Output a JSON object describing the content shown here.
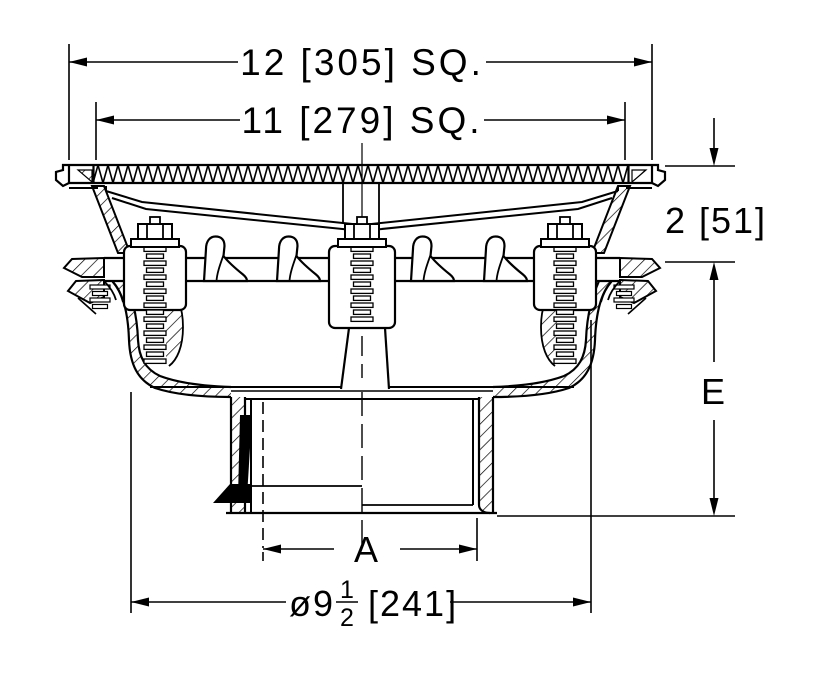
{
  "drawing": {
    "kind": "floor-drain-cross-section"
  },
  "dimensions": {
    "top_square": "12 [305] SQ.",
    "grate_square": "11 [279] SQ.",
    "collar_height": "2 [51]",
    "depth": "E",
    "outlet": "A",
    "flange_diameter": {
      "prefix": "ø9",
      "numerator": "1",
      "denominator": "2",
      "metric": "[241]"
    }
  },
  "colors": {
    "line": "#000000",
    "background": "#ffffff",
    "solid_fill": "#000000"
  }
}
